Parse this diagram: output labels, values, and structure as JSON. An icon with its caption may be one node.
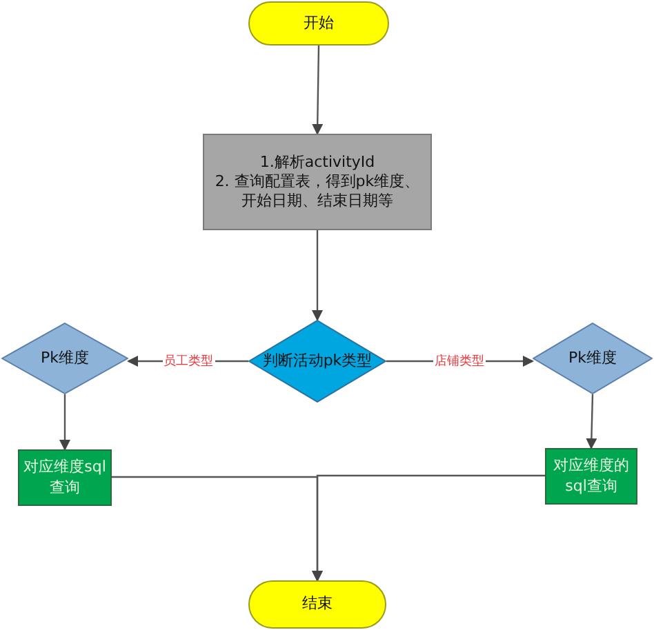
{
  "diagram": {
    "nodes": [
      {
        "text": [
          "开始"
        ]
      },
      {
        "text": [
          "1.解析activityId",
          "2. 查询配置表，得到pk维度、开始日期、结束日期等"
        ]
      },
      {
        "text": [
          "Pk维度"
        ]
      },
      {
        "text": [
          "判断活动pk类型"
        ]
      },
      {
        "text": [
          "Pk维度"
        ]
      },
      {
        "text": [
          "对应维度sql查询"
        ]
      },
      {
        "text": [
          "对应维度的sql查询"
        ]
      },
      {
        "text": [
          "结束"
        ]
      }
    ],
    "edges": [
      {
        "from": 0,
        "to": 1,
        "arrow": "to"
      },
      {
        "from": 1,
        "to": 3,
        "arrow": "to"
      },
      {
        "from": 3,
        "to": 2,
        "arrow": "to",
        "label": "员工类型"
      },
      {
        "from": 3,
        "to": 4,
        "arrow": "to",
        "label": "店铺类型"
      },
      {
        "from": 2,
        "to": 5,
        "arrow": "to"
      },
      {
        "from": 4,
        "to": 6,
        "arrow": "to"
      },
      {
        "from": 5,
        "to": 7,
        "arrow": "to"
      },
      {
        "from": 6,
        "to": 7,
        "arrow": "to"
      }
    ]
  }
}
